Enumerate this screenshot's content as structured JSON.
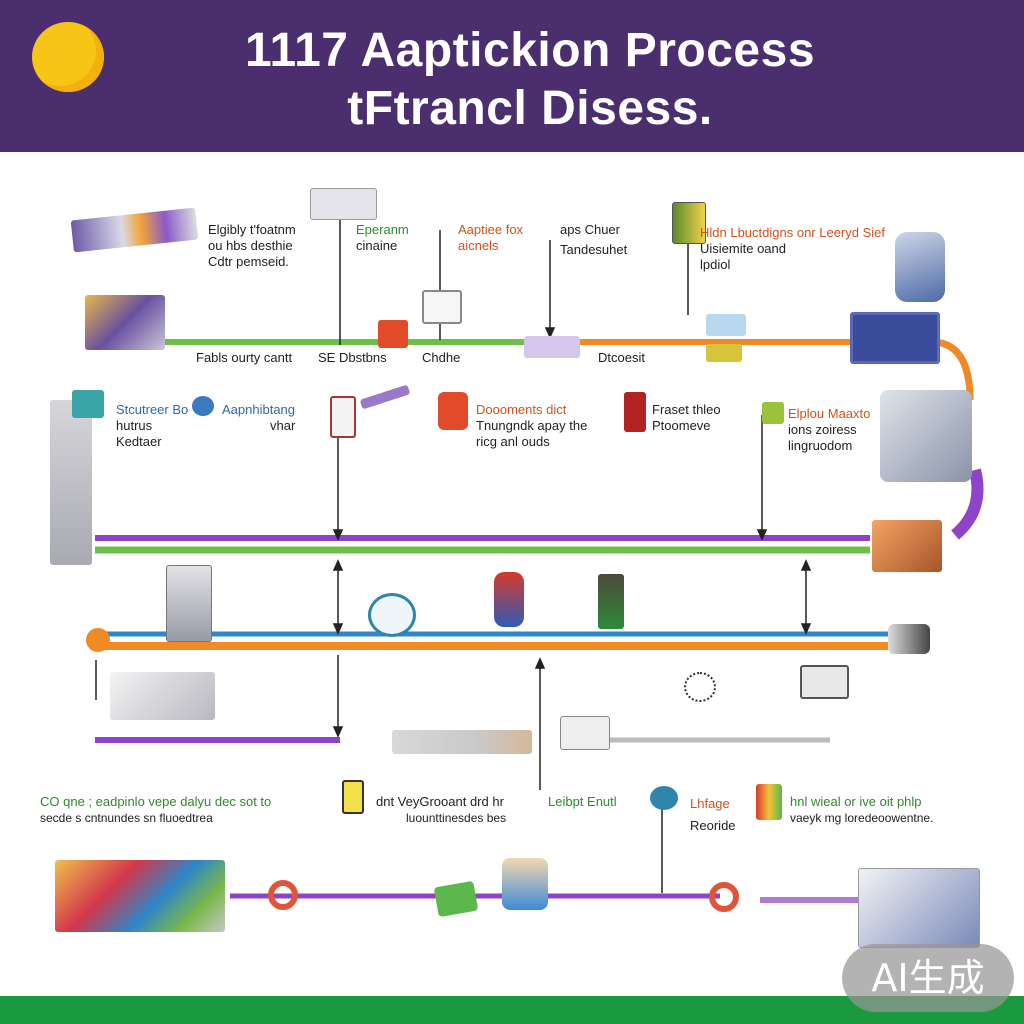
{
  "header": {
    "title_line1": "1117 Aaptickion Process",
    "title_line2": "tFtrancl Disess."
  },
  "badge": {
    "text": "AI生成"
  },
  "colors": {
    "header_bg": "#4a2e6e",
    "sun": "#f6c516",
    "green": "#6cc04a",
    "orange": "#f08a24",
    "purple": "#8e44c8",
    "blue": "#2f86c8",
    "footer": "#1a9a3e"
  },
  "labels": {
    "r1_eligibility": "Elgibly t'foatnm",
    "r1_eligibility_2": "ou hbs desthie",
    "r1_eligibility_3": "Cdtr pemseid.",
    "r1_preparation": "Eperanm",
    "r1_preparation_2": "cinaine",
    "r1_application": "Aaptiee fox",
    "r1_application_2": "aicnels",
    "r1_apps": "aps Chuer",
    "r1_apps_2": "Tandesuhet",
    "r1_right": "Hldn Lbuctdigns onr Leeryd Sief",
    "r1_right_2": "Uisiemite oand",
    "r1_right_3": "lpdiol",
    "r1_line_a": "Fabls ourty cantt",
    "r1_line_b": "SE Dbstbns",
    "r1_line_c": "Chdhe",
    "r1_line_d": "Dtcoesit",
    "r2_left": "Stcutreer Bo",
    "r2_left_2": "hutrus",
    "r2_left_3": "Kedtaer",
    "r2_app": "Aapnhibtang",
    "r2_app_2": "vhar",
    "r2_doc": "Doooments dict",
    "r2_doc_2": "Tnungndk apay the",
    "r2_doc_3": "ricg anl ouds",
    "r2_practice": "Fraset thleo",
    "r2_practice_2": "Ptoomeve",
    "r2_right": "Elplou Maaxto",
    "r2_right_2": "ions zoiress",
    "r2_right_3": "lingruodom",
    "r4_left": "CO qne ; eadpinlo vepe dalyu dec sot to",
    "r4_left_2": "secde s cntnundes sn fluoedtrea",
    "r4_mid": "dnt VeyGrooant drd hr",
    "r4_mid_2": "luounttinesdes bes",
    "r4_mid_3": "Leibpt Enutl",
    "r4_rights": "Lhfage",
    "r4_rights_2": "Reoride",
    "r4_far": "hnl wieal or ive oit phlp",
    "r4_far_2": "vaeyk mg loredeoowentne."
  }
}
